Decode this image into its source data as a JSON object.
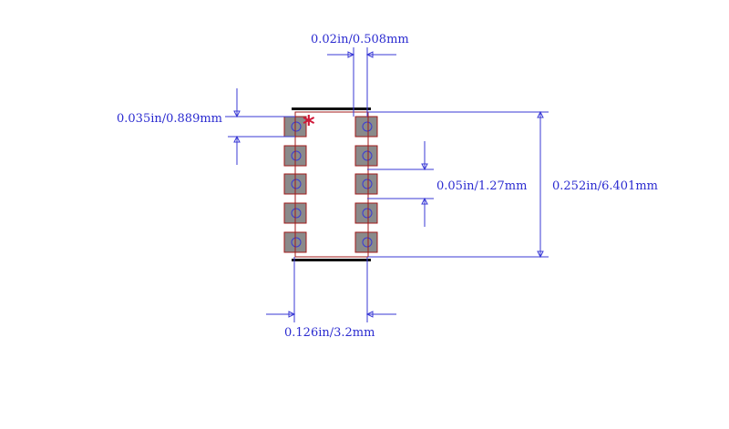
{
  "dimensions": {
    "lead_width": "0.02in/0.508mm",
    "pad_length": "0.035in/0.889mm",
    "pitch": "0.05in/1.27mm",
    "overall_height": "0.252in/6.401mm",
    "body_width": "0.126in/3.2mm"
  },
  "pin_one_marker": "*",
  "colors": {
    "dimension": "#3a3ad6",
    "pad_fill": "#8a8a8a",
    "outline": "#a01a1a",
    "silkscreen": "#111111",
    "pin_marker": "#d01a3a"
  },
  "pads_per_side": 5
}
